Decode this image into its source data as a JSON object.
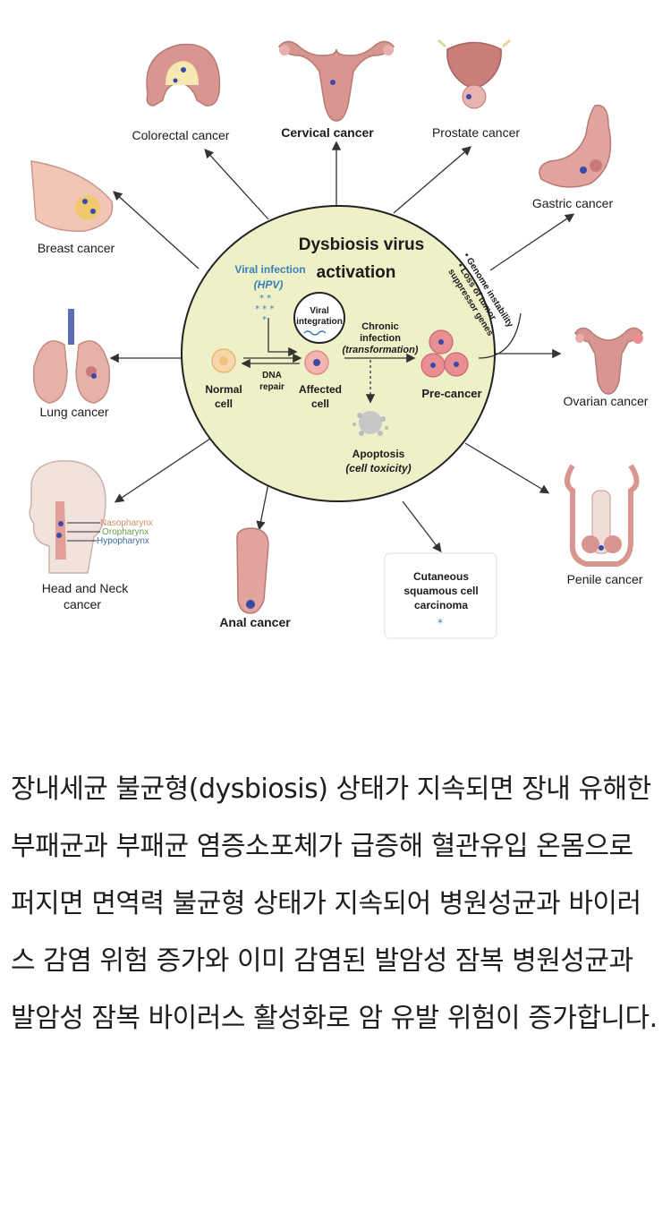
{
  "diagram": {
    "title_line1": "Dysbiosis virus",
    "title_line2": "activation",
    "viral_infection": "Viral infection",
    "hpv": "(HPV)",
    "viral_integration_1": "Viral",
    "viral_integration_2": "integration",
    "chronic_1": "Chronic",
    "chronic_2": "infection",
    "chronic_3": "(transformation)",
    "normal_1": "Normal",
    "normal_2": "cell",
    "dna_1": "DNA",
    "dna_2": "repair",
    "affected_1": "Affected",
    "affected_2": "cell",
    "precancer": "Pre-cancer",
    "apoptosis": "Apoptosis",
    "apoptosis_sub": "(cell toxicity)",
    "side_1": "• Genome instability",
    "side_2": "• Loss of tumor",
    "side_3": "suppressor genes",
    "cancers": {
      "colorectal": "Colorectal cancer",
      "cervical": "Cervical cancer",
      "prostate": "Prostate cancer",
      "gastric": "Gastric cancer",
      "breast": "Breast cancer",
      "lung": "Lung cancer",
      "ovarian": "Ovarian cancer",
      "head_neck_1": "Head and Neck",
      "head_neck_2": "cancer",
      "anal": "Anal cancer",
      "cutaneous_1": "Cutaneous",
      "cutaneous_2": "squamous cell",
      "cutaneous_3": "carcinoma",
      "penile": "Penile cancer"
    },
    "pharynx": {
      "naso": "Nasopharynx",
      "oro": "Oropharynx",
      "hypo": "Hypopharynx"
    },
    "colors": {
      "circle_fill": "#eef0c8",
      "organ_pink": "#e6a7a3",
      "accent_blue": "#3a7fb8"
    }
  },
  "paragraph": "장내세균 불균형(dysbiosis) 상태가 지속되면 장내 유해한 부패균과 부패균 염증소포체가 급증해 혈관유입 온몸으로 퍼지면 면역력 불균형 상태가 지속되어 병원성균과 바이러스 감염 위험 증가와 이미 감염된 발암성 잠복 병원성균과 발암성 잠복 바이러스 활성화로 암 유발 위험이 증가합니다."
}
